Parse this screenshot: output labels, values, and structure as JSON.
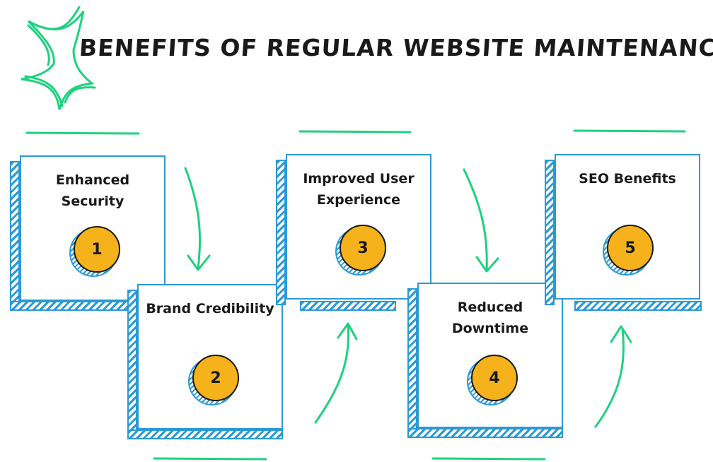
{
  "title": "BENEFITS OF REGULAR WEBSITE MAINTENANCE",
  "colors": {
    "accent": "#1fd17f",
    "border": "#2a9ad6",
    "badge": "#f6b21a",
    "text": "#1a1a1a"
  },
  "steps": [
    {
      "number": "1",
      "label_lines": [
        "Enhanced",
        "Security"
      ]
    },
    {
      "number": "2",
      "label_lines": [
        "Brand Credibility"
      ]
    },
    {
      "number": "3",
      "label_lines": [
        "Improved User",
        "Experience"
      ]
    },
    {
      "number": "4",
      "label_lines": [
        "Reduced",
        "Downtime"
      ]
    },
    {
      "number": "5",
      "label_lines": [
        "SEO Benefits"
      ]
    }
  ]
}
